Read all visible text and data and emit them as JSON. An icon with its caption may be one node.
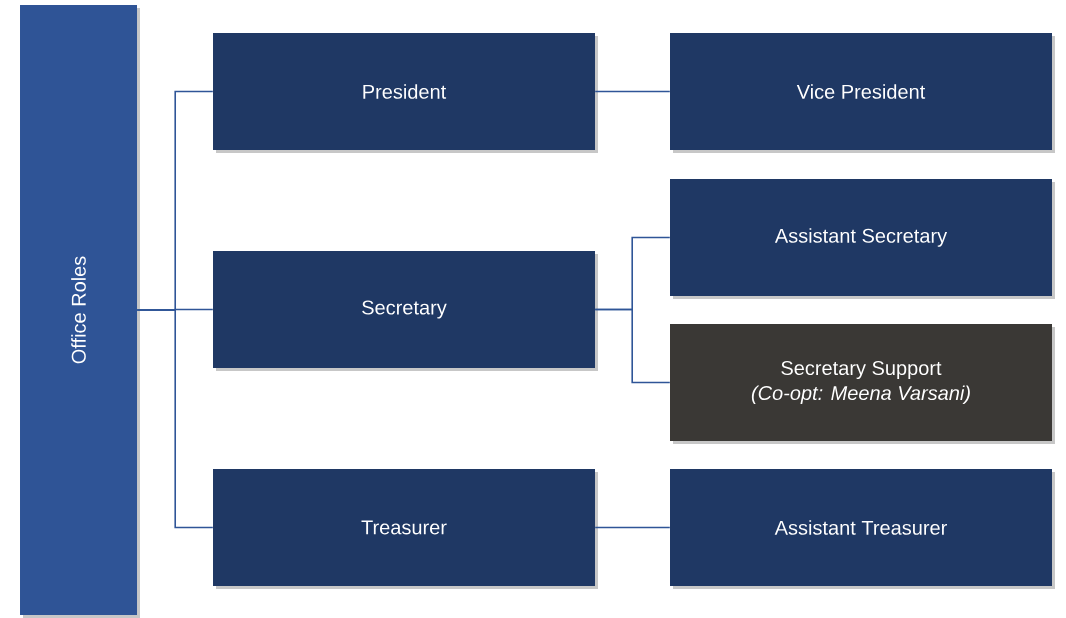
{
  "diagram": {
    "nodes": [
      {
        "text": [
          "Office Roles"
        ]
      },
      {
        "text": [
          "President"
        ]
      },
      {
        "text": [
          "Vice President"
        ]
      },
      {
        "text": [
          "Secretary"
        ]
      },
      {
        "text": [
          "Assistant Secretary"
        ]
      },
      {
        "text": [
          "Secretary Support",
          "(Co-opt: Meena Varsani)"
        ]
      },
      {
        "text": [
          "Treasurer"
        ]
      },
      {
        "text": [
          "Assistant Treasurer"
        ]
      }
    ],
    "edges": [
      {
        "from": 0,
        "to": 1,
        "arrow": "none"
      },
      {
        "from": 0,
        "to": 3,
        "arrow": "none"
      },
      {
        "from": 0,
        "to": 6,
        "arrow": "none"
      },
      {
        "from": 1,
        "to": 2,
        "arrow": "none"
      },
      {
        "from": 3,
        "to": 4,
        "arrow": "none"
      },
      {
        "from": 3,
        "to": 5,
        "arrow": "none"
      },
      {
        "from": 6,
        "to": 7,
        "arrow": "none"
      }
    ]
  }
}
